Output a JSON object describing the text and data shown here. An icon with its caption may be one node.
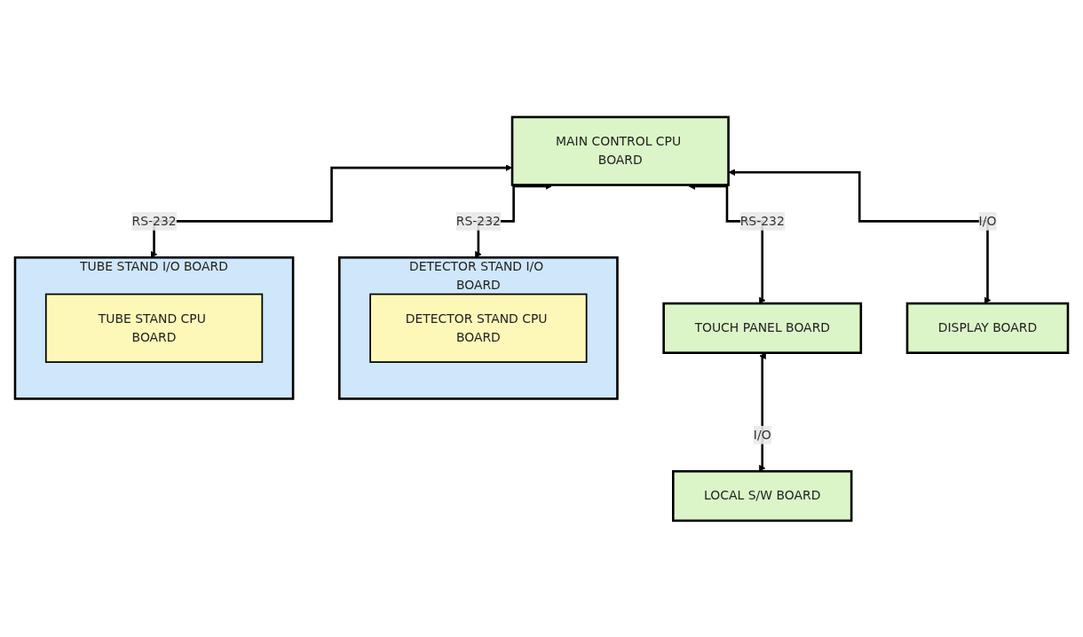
{
  "diagram": {
    "nodes": [
      {
        "text": [
          "MAIN CONTROL CPU BOARD"
        ]
      },
      {
        "text": [
          "TOUCH PANEL BOARD"
        ]
      },
      {
        "text": [
          "LOCAL S/W BOARD"
        ]
      },
      {
        "text": [
          "DISPLAY BOARD"
        ]
      },
      {
        "text": [
          "DETECTOR STAND I/O BOARD"
        ]
      },
      {
        "text": [
          "DETECTOR STAND CPU BOARD"
        ],
        "in": 4
      },
      {
        "text": [
          "TUBE STAND I/O BOARD"
        ]
      },
      {
        "text": [
          "TUBE STAND CPU BOARD"
        ],
        "in": 6
      }
    ],
    "edges": [
      {
        "from": 0,
        "to": 1,
        "arrow": "both",
        "label": "RS-232"
      },
      {
        "from": 1,
        "to": 2,
        "arrow": "both",
        "label": "I/O"
      },
      {
        "from": 0,
        "to": 3,
        "arrow": "both",
        "label": "I/O"
      },
      {
        "from": 0,
        "to": 4,
        "arrow": "both",
        "label": "RS-232"
      },
      {
        "from": 0,
        "to": 6,
        "arrow": "both",
        "label": "RS-232"
      }
    ]
  }
}
